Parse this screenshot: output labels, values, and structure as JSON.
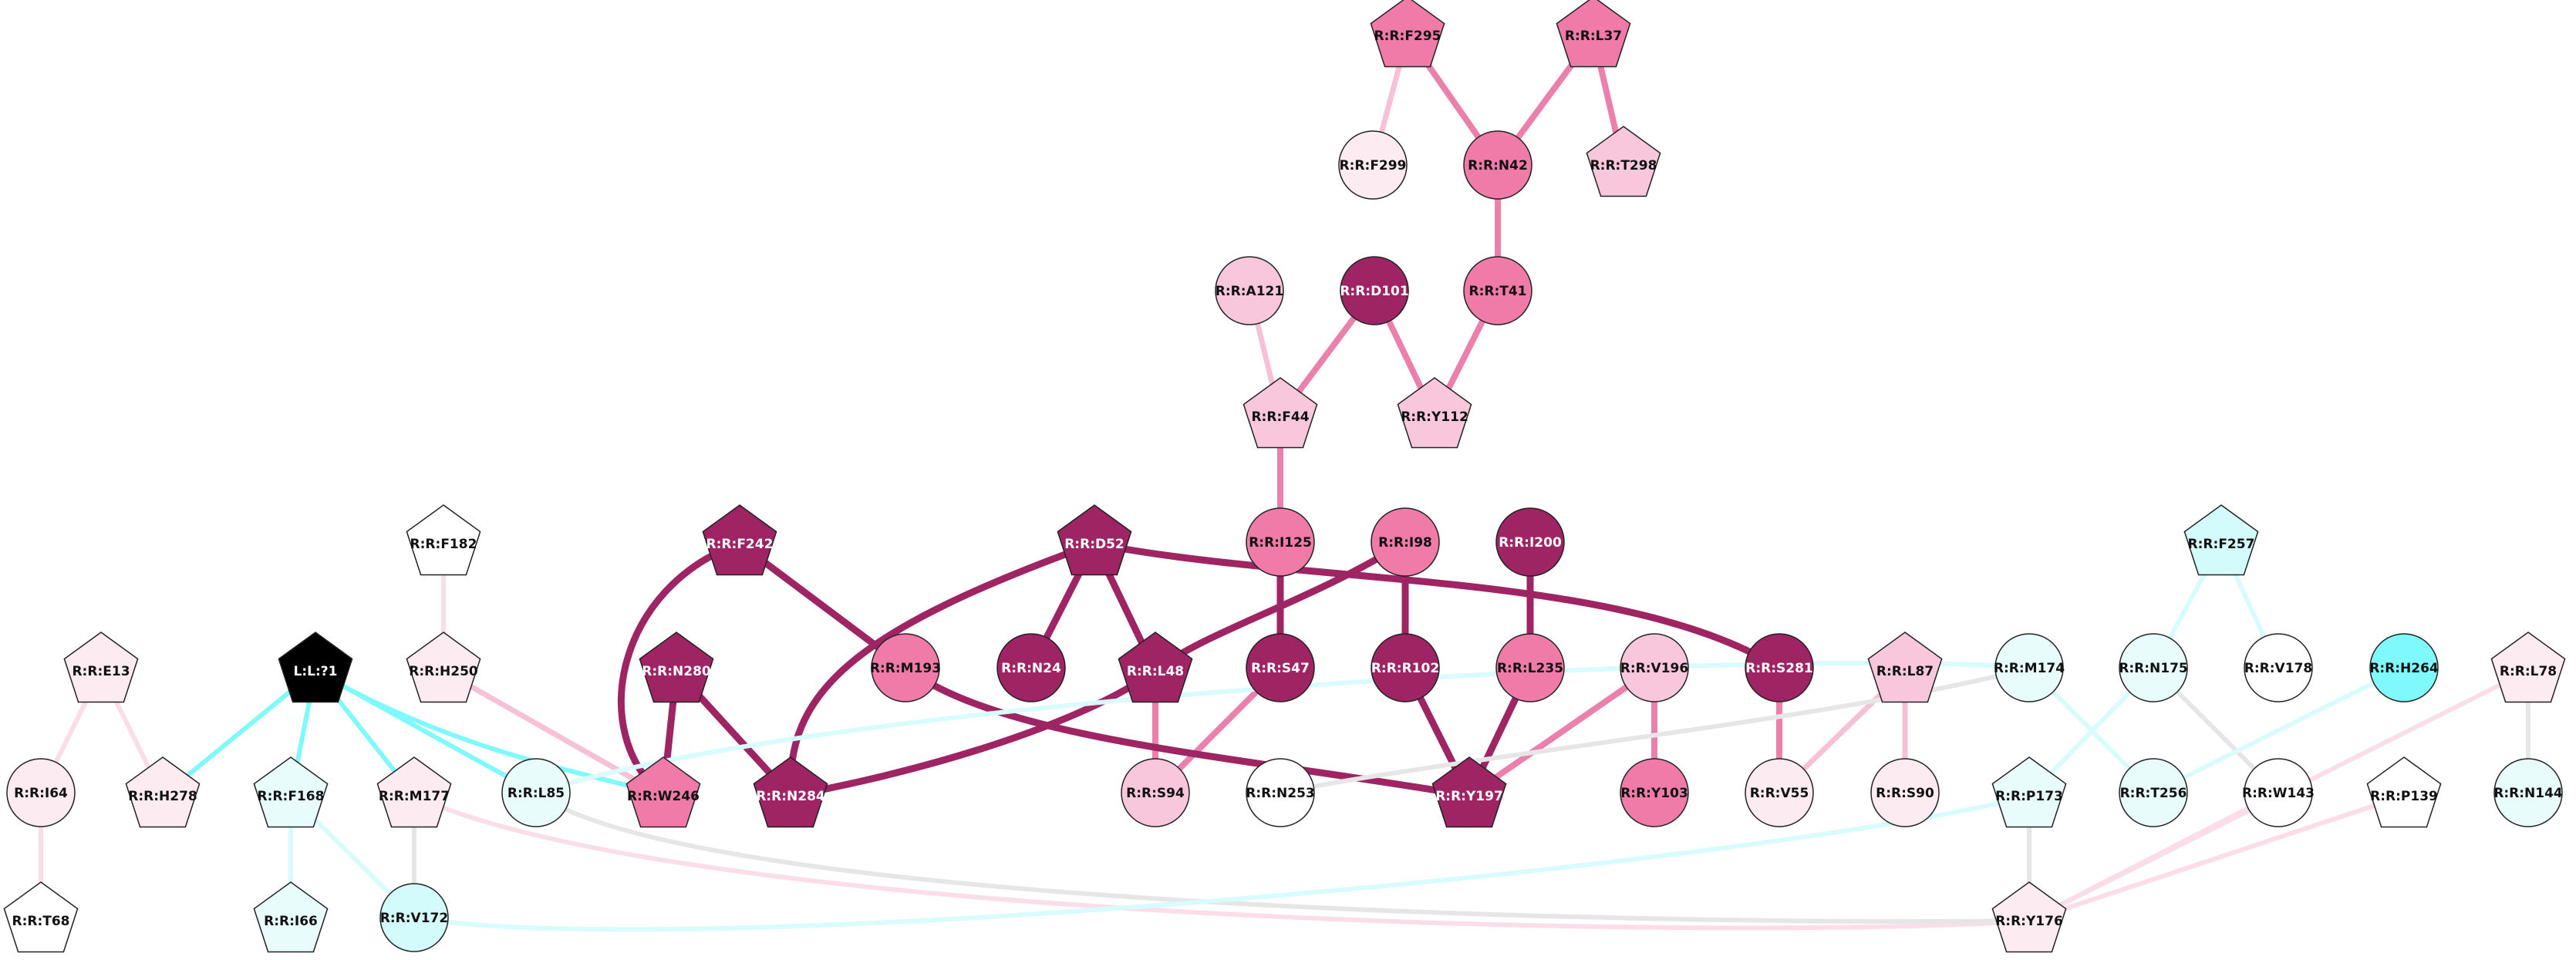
{
  "colors": {
    "dark": "#9e2463",
    "mid": "#f07ba8",
    "light": "#f8c7dc",
    "pale": "#fdebf2",
    "white": "#ffffff",
    "cyan_pale": "#e9fcfc",
    "cyan_light": "#d3fbfc",
    "cyan": "#7ff9fb",
    "black": "#000000",
    "edge_gray": "#e6e6e6",
    "edge_cyan": "#7ff9fb",
    "edge_cyan_pale": "#d8fbfc"
  },
  "nodes": [
    {
      "id": "F295",
      "label": "R:R:F295",
      "shape": "pentagon",
      "color": "mid"
    },
    {
      "id": "L37",
      "label": "R:R:L37",
      "shape": "pentagon",
      "color": "mid"
    },
    {
      "id": "F299",
      "label": "R:R:F299",
      "shape": "circle",
      "color": "pale"
    },
    {
      "id": "N42",
      "label": "R:R:N42",
      "shape": "circle",
      "color": "mid"
    },
    {
      "id": "T298",
      "label": "R:R:T298",
      "shape": "pentagon",
      "color": "light"
    },
    {
      "id": "A121",
      "label": "R:R:A121",
      "shape": "circle",
      "color": "light"
    },
    {
      "id": "D101",
      "label": "R:R:D101",
      "shape": "circle",
      "color": "dark"
    },
    {
      "id": "T41",
      "label": "R:R:T41",
      "shape": "circle",
      "color": "mid"
    },
    {
      "id": "F44",
      "label": "R:R:F44",
      "shape": "pentagon",
      "color": "light"
    },
    {
      "id": "Y112",
      "label": "R:R:Y112",
      "shape": "pentagon",
      "color": "light"
    },
    {
      "id": "F182",
      "label": "R:R:F182",
      "shape": "pentagon",
      "color": "white"
    },
    {
      "id": "F242",
      "label": "R:R:F242",
      "shape": "pentagon",
      "color": "dark"
    },
    {
      "id": "D52",
      "label": "R:R:D52",
      "shape": "pentagon",
      "color": "dark"
    },
    {
      "id": "I125",
      "label": "R:R:I125",
      "shape": "circle",
      "color": "mid"
    },
    {
      "id": "I98",
      "label": "R:R:I98",
      "shape": "circle",
      "color": "mid"
    },
    {
      "id": "I200",
      "label": "R:R:I200",
      "shape": "circle",
      "color": "dark"
    },
    {
      "id": "F257",
      "label": "R:R:F257",
      "shape": "pentagon",
      "color": "cyan_light"
    },
    {
      "id": "E13",
      "label": "R:R:E13",
      "shape": "pentagon",
      "color": "pale"
    },
    {
      "id": "L1",
      "label": "L:L:?1",
      "shape": "pentagon",
      "color": "black"
    },
    {
      "id": "H250",
      "label": "R:R:H250",
      "shape": "pentagon",
      "color": "pale"
    },
    {
      "id": "N280",
      "label": "R:R:N280",
      "shape": "pentagon",
      "color": "dark"
    },
    {
      "id": "M193",
      "label": "R:R:M193",
      "shape": "circle",
      "color": "mid"
    },
    {
      "id": "N24",
      "label": "R:R:N24",
      "shape": "circle",
      "color": "dark"
    },
    {
      "id": "L48",
      "label": "R:R:L48",
      "shape": "pentagon",
      "color": "dark"
    },
    {
      "id": "S47",
      "label": "R:R:S47",
      "shape": "circle",
      "color": "dark"
    },
    {
      "id": "R102",
      "label": "R:R:R102",
      "shape": "circle",
      "color": "dark"
    },
    {
      "id": "L235",
      "label": "R:R:L235",
      "shape": "circle",
      "color": "mid"
    },
    {
      "id": "V196",
      "label": "R:R:V196",
      "shape": "circle",
      "color": "light"
    },
    {
      "id": "S281",
      "label": "R:R:S281",
      "shape": "circle",
      "color": "dark"
    },
    {
      "id": "L87",
      "label": "R:R:L87",
      "shape": "pentagon",
      "color": "light"
    },
    {
      "id": "M174",
      "label": "R:R:M174",
      "shape": "circle",
      "color": "cyan_pale"
    },
    {
      "id": "N175",
      "label": "R:R:N175",
      "shape": "circle",
      "color": "cyan_pale"
    },
    {
      "id": "V178",
      "label": "R:R:V178",
      "shape": "circle",
      "color": "white"
    },
    {
      "id": "H264",
      "label": "R:R:H264",
      "shape": "circle",
      "color": "cyan"
    },
    {
      "id": "L78",
      "label": "R:R:L78",
      "shape": "pentagon",
      "color": "pale"
    },
    {
      "id": "I64",
      "label": "R:R:I64",
      "shape": "circle",
      "color": "pale"
    },
    {
      "id": "H278",
      "label": "R:R:H278",
      "shape": "pentagon",
      "color": "pale"
    },
    {
      "id": "F168",
      "label": "R:R:F168",
      "shape": "pentagon",
      "color": "cyan_pale"
    },
    {
      "id": "M177",
      "label": "R:R:M177",
      "shape": "pentagon",
      "color": "pale"
    },
    {
      "id": "L85",
      "label": "R:R:L85",
      "shape": "circle",
      "color": "cyan_pale"
    },
    {
      "id": "W246",
      "label": "R:R:W246",
      "shape": "pentagon",
      "color": "mid"
    },
    {
      "id": "N284",
      "label": "R:R:N284",
      "shape": "pentagon",
      "color": "dark"
    },
    {
      "id": "S94",
      "label": "R:R:S94",
      "shape": "circle",
      "color": "light"
    },
    {
      "id": "N253",
      "label": "R:R:N253",
      "shape": "circle",
      "color": "white"
    },
    {
      "id": "Y197",
      "label": "R:R:Y197",
      "shape": "pentagon",
      "color": "dark"
    },
    {
      "id": "Y103",
      "label": "R:R:Y103",
      "shape": "circle",
      "color": "mid"
    },
    {
      "id": "V55",
      "label": "R:R:V55",
      "shape": "circle",
      "color": "pale"
    },
    {
      "id": "S90",
      "label": "R:R:S90",
      "shape": "circle",
      "color": "pale"
    },
    {
      "id": "P173",
      "label": "R:R:P173",
      "shape": "pentagon",
      "color": "cyan_pale"
    },
    {
      "id": "T256",
      "label": "R:R:T256",
      "shape": "circle",
      "color": "cyan_pale"
    },
    {
      "id": "W143",
      "label": "R:R:W143",
      "shape": "circle",
      "color": "white"
    },
    {
      "id": "P139",
      "label": "R:R:P139",
      "shape": "pentagon",
      "color": "white"
    },
    {
      "id": "N144",
      "label": "R:R:N144",
      "shape": "circle",
      "color": "cyan_pale"
    },
    {
      "id": "T68",
      "label": "R:R:T68",
      "shape": "pentagon",
      "color": "white"
    },
    {
      "id": "I66",
      "label": "R:R:I66",
      "shape": "pentagon",
      "color": "cyan_pale"
    },
    {
      "id": "V172",
      "label": "R:R:V172",
      "shape": "circle",
      "color": "cyan_light"
    },
    {
      "id": "Y176",
      "label": "R:R:Y176",
      "shape": "pentagon",
      "color": "pale"
    }
  ],
  "edges": [
    {
      "s": "F295",
      "t": "F299",
      "color": "light"
    },
    {
      "s": "F295",
      "t": "N42",
      "color": "mid"
    },
    {
      "s": "L37",
      "t": "N42",
      "color": "mid"
    },
    {
      "s": "L37",
      "t": "T298",
      "color": "mid"
    },
    {
      "s": "N42",
      "t": "T41",
      "color": "mid"
    },
    {
      "s": "T41",
      "t": "Y112",
      "color": "mid"
    },
    {
      "s": "D101",
      "t": "Y112",
      "color": "mid"
    },
    {
      "s": "D101",
      "t": "F44",
      "color": "mid"
    },
    {
      "s": "A121",
      "t": "F44",
      "color": "light"
    },
    {
      "s": "F44",
      "t": "I125",
      "color": "mid"
    },
    {
      "s": "I125",
      "t": "S47",
      "color": "dark"
    },
    {
      "s": "S47",
      "t": "S94",
      "color": "mid"
    },
    {
      "s": "I98",
      "t": "R102",
      "color": "dark"
    },
    {
      "s": "I98",
      "t": "L48",
      "color": "dark"
    },
    {
      "s": "R102",
      "t": "Y197",
      "color": "dark"
    },
    {
      "s": "I200",
      "t": "L235",
      "color": "dark"
    },
    {
      "s": "L235",
      "t": "Y197",
      "color": "dark"
    },
    {
      "s": "V196",
      "t": "Y197",
      "color": "mid"
    },
    {
      "s": "V196",
      "t": "Y103",
      "color": "mid"
    },
    {
      "s": "D52",
      "t": "N24",
      "color": "dark"
    },
    {
      "s": "D52",
      "t": "L48",
      "color": "dark"
    },
    {
      "s": "D52",
      "t": "S281",
      "color": "dark"
    },
    {
      "s": "D52",
      "t": "N284",
      "color": "dark"
    },
    {
      "s": "L48",
      "t": "S94",
      "color": "mid"
    },
    {
      "s": "L48",
      "t": "N284",
      "color": "dark"
    },
    {
      "s": "F242",
      "t": "M193",
      "color": "dark"
    },
    {
      "s": "F242",
      "t": "W246",
      "color": "dark"
    },
    {
      "s": "M193",
      "t": "Y197",
      "color": "dark"
    },
    {
      "s": "N280",
      "t": "W246",
      "color": "dark"
    },
    {
      "s": "N280",
      "t": "N284",
      "color": "dark"
    },
    {
      "s": "S281",
      "t": "V55",
      "color": "mid"
    },
    {
      "s": "L87",
      "t": "V55",
      "color": "light"
    },
    {
      "s": "L87",
      "t": "S90",
      "color": "light"
    },
    {
      "s": "F182",
      "t": "H250",
      "color": "pale"
    },
    {
      "s": "H250",
      "t": "W246",
      "color": "light"
    },
    {
      "s": "E13",
      "t": "I64",
      "color": "pale"
    },
    {
      "s": "E13",
      "t": "H278",
      "color": "pale"
    },
    {
      "s": "I64",
      "t": "T68",
      "color": "pale"
    },
    {
      "s": "L1",
      "t": "H278",
      "color": "edge_cyan"
    },
    {
      "s": "L1",
      "t": "F168",
      "color": "edge_cyan"
    },
    {
      "s": "L1",
      "t": "M177",
      "color": "edge_cyan"
    },
    {
      "s": "L1",
      "t": "L85",
      "color": "edge_cyan"
    },
    {
      "s": "L1",
      "t": "W246",
      "color": "edge_cyan"
    },
    {
      "s": "F168",
      "t": "I66",
      "color": "edge_cyan_pale"
    },
    {
      "s": "F168",
      "t": "V172",
      "color": "edge_cyan_pale"
    },
    {
      "s": "M177",
      "t": "V172",
      "color": "edge_gray"
    },
    {
      "s": "M177",
      "t": "Y176",
      "color": "pale"
    },
    {
      "s": "L85",
      "t": "Y176",
      "color": "edge_gray"
    },
    {
      "s": "L85",
      "t": "M174",
      "color": "edge_cyan_pale"
    },
    {
      "s": "M174",
      "t": "N253",
      "color": "edge_gray"
    },
    {
      "s": "F257",
      "t": "N175",
      "color": "edge_cyan_pale"
    },
    {
      "s": "F257",
      "t": "V178",
      "color": "edge_cyan_pale"
    },
    {
      "s": "N175",
      "t": "P173",
      "color": "edge_cyan_pale"
    },
    {
      "s": "N175",
      "t": "W143",
      "color": "edge_gray"
    },
    {
      "s": "M174",
      "t": "T256",
      "color": "edge_cyan_pale"
    },
    {
      "s": "H264",
      "t": "T256",
      "color": "edge_cyan_pale"
    },
    {
      "s": "P173",
      "t": "Y176",
      "color": "edge_gray"
    },
    {
      "s": "P173",
      "t": "V172",
      "color": "edge_cyan_pale"
    },
    {
      "s": "W143",
      "t": "Y176",
      "color": "pale"
    },
    {
      "s": "L78",
      "t": "N144",
      "color": "edge_gray"
    },
    {
      "s": "L78",
      "t": "Y176",
      "color": "pale"
    },
    {
      "s": "P139",
      "t": "Y176",
      "color": "pale"
    }
  ]
}
